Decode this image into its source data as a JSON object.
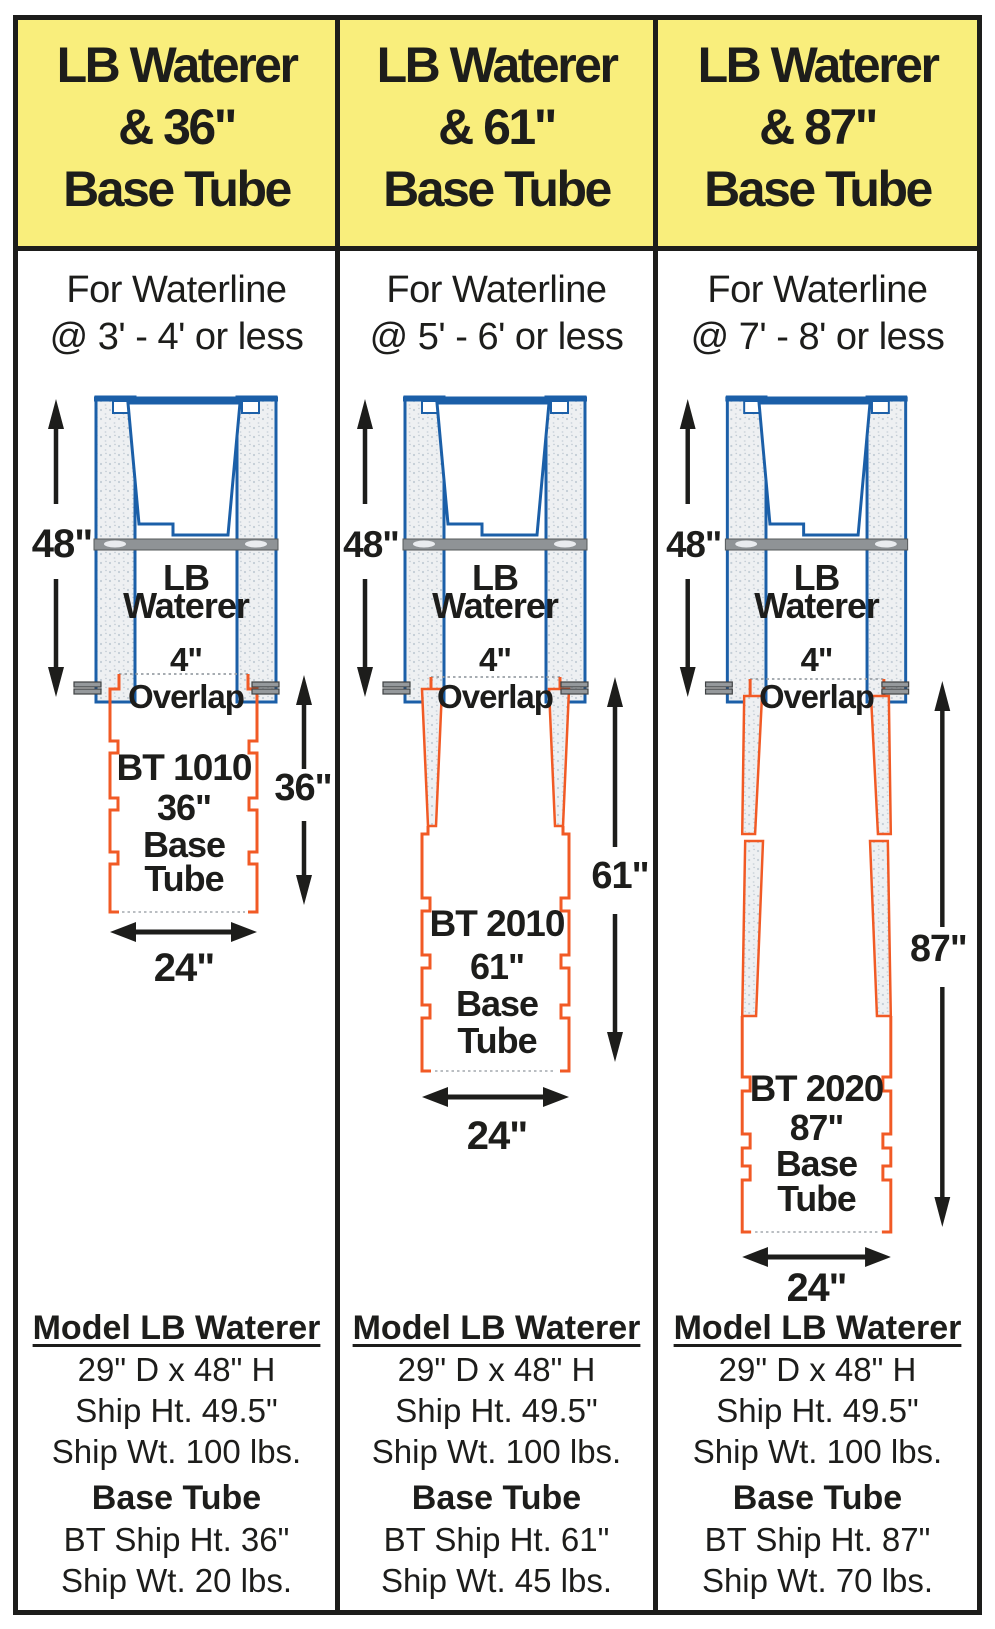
{
  "colors": {
    "header_yellow": "#f9ee7c",
    "ink_black": "#1d1d1b",
    "waterer_blue": "#1b5fa8",
    "base_tube_orange": "#f15a25",
    "frost_bar_gray": "#8f9396",
    "insulation_fill": "#eef0f2"
  },
  "columns": [
    {
      "header_lines": [
        "LB Waterer",
        "& 36\"",
        "Base Tube"
      ],
      "waterline_line1": "For Waterline",
      "waterline_line2": "@ 3' - 4' or less",
      "diagram": {
        "waterer_height": "48\"",
        "waterer_name_line1": "LB",
        "waterer_name_line2": "Waterer",
        "overlap_size": "4\"",
        "overlap_word": "Overlap",
        "tube_model": "BT 1010",
        "tube_size": "36\"",
        "tube_word1": "Base",
        "tube_word2": "Tube",
        "tube_height": "36\"",
        "tube_width": "24\""
      },
      "specs": {
        "model_title": "Model LB Waterer",
        "dimensions": "29\" D x 48\" H",
        "ship_height": "Ship Ht. 49.5\"",
        "ship_weight": "Ship Wt. 100 lbs.",
        "base_tube_title": "Base Tube",
        "bt_ship_height": "BT Ship Ht. 36\"",
        "bt_ship_weight": "Ship Wt. 20 lbs."
      }
    },
    {
      "header_lines": [
        "LB Waterer",
        "& 61\"",
        "Base Tube"
      ],
      "waterline_line1": "For Waterline",
      "waterline_line2": "@ 5' - 6' or less",
      "diagram": {
        "waterer_height": "48\"",
        "waterer_name_line1": "LB",
        "waterer_name_line2": "Waterer",
        "overlap_size": "4\"",
        "overlap_word": "Overlap",
        "tube_model": "BT 2010",
        "tube_size": "61\"",
        "tube_word1": "Base",
        "tube_word2": "Tube",
        "tube_height": "61\"",
        "tube_width": "24\""
      },
      "specs": {
        "model_title": "Model LB Waterer",
        "dimensions": "29\" D x 48\" H",
        "ship_height": "Ship Ht. 49.5\"",
        "ship_weight": "Ship Wt. 100 lbs.",
        "base_tube_title": "Base Tube",
        "bt_ship_height": "BT Ship Ht. 61\"",
        "bt_ship_weight": "Ship Wt. 45 lbs."
      }
    },
    {
      "header_lines": [
        "LB Waterer",
        "& 87\"",
        "Base Tube"
      ],
      "waterline_line1": "For Waterline",
      "waterline_line2": "@ 7' - 8' or less",
      "diagram": {
        "waterer_height": "48\"",
        "waterer_name_line1": "LB",
        "waterer_name_line2": "Waterer",
        "overlap_size": "4\"",
        "overlap_word": "Overlap",
        "tube_model": "BT 2020",
        "tube_size": "87\"",
        "tube_word1": "Base",
        "tube_word2": "Tube",
        "tube_height": "87\"",
        "tube_width": "24\""
      },
      "specs": {
        "model_title": "Model LB Waterer",
        "dimensions": "29\" D x 48\" H",
        "ship_height": "Ship Ht. 49.5\"",
        "ship_weight": "Ship Wt. 100 lbs.",
        "base_tube_title": "Base Tube",
        "bt_ship_height": "BT Ship Ht. 87\"",
        "bt_ship_weight": "Ship Wt. 70 lbs."
      }
    }
  ]
}
